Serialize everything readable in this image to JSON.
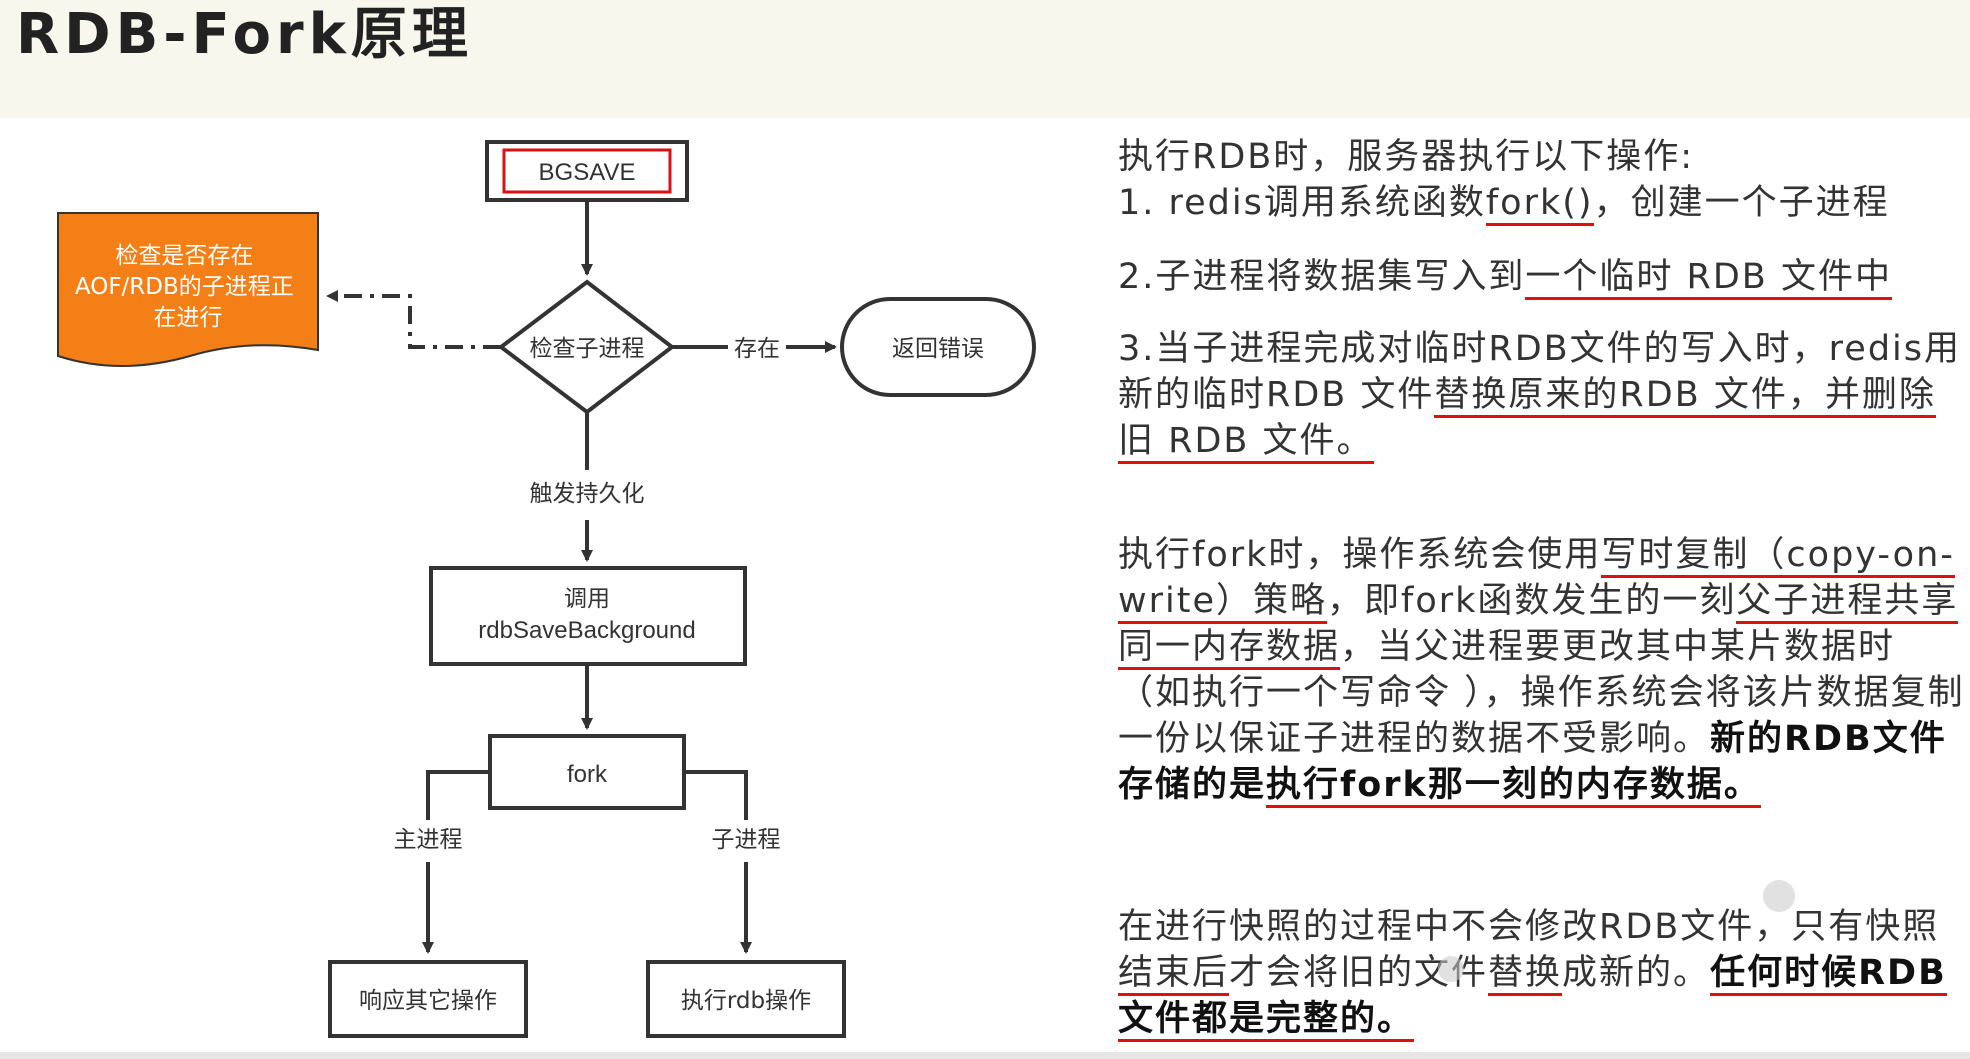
{
  "title": "RDB-Fork原理",
  "flow": {
    "bgsave": "BGSAVE",
    "check_aof": [
      "检查是否存在",
      "AOF/RDB的子进程正",
      "在进行"
    ],
    "check_child": "检查子进程",
    "exists_label": "存在",
    "return_error": "返回错误",
    "trigger_label": "触发持久化",
    "call_line1": "调用",
    "call_line2": "rdbSaveBackground",
    "fork": "fork",
    "main_process": "主进程",
    "child_process": "子进程",
    "respond_other": "响应其它操作",
    "exec_rdb": "执行rdb操作"
  },
  "colors": {
    "orange": "#f57f17",
    "underline_red": "#d11111",
    "header_bg": "#f8f7ed"
  },
  "text": {
    "intro": "执行RDB时，服务器执行以下操作:",
    "step1_a": "1. redis调用系统函数",
    "step1_b": "fork()",
    "step1_c": "，创建一个子进程",
    "step2_a": "2.子进程将数据集写入到",
    "step2_b": "一个临时 RDB 文件中",
    "step3_a": "3.当子进程完成对临时RDB文件的写入时，redis用新的临时RDB 文件",
    "step3_b": "替换原来的RDB 文件，并删除旧 RDB 文件。",
    "fork_a": "执行fork时，操作系统会使用",
    "fork_b": "写时复制（copy-on-write）策略",
    "fork_c": "，即fork函数发生的一刻",
    "fork_d": "父子进程共享同一内存数据",
    "fork_e": "，当父进程要更改其中某片数据时（如执行一个写命令 ），操作系统会将该片数据复制一份以保证子进程的数据不受影响。",
    "fork_f": "新的RDB文件存储的是",
    "fork_g": "执行fork那一刻的内存数据。",
    "snap_a": "在进行快照的过程中不会修改RDB文件，只有快照",
    "snap_b": "结束后",
    "snap_c": "才会将旧的文件",
    "snap_d": "替换",
    "snap_e": "成新的。",
    "snap_f": "任何时候RDB文件都是完整的。"
  }
}
